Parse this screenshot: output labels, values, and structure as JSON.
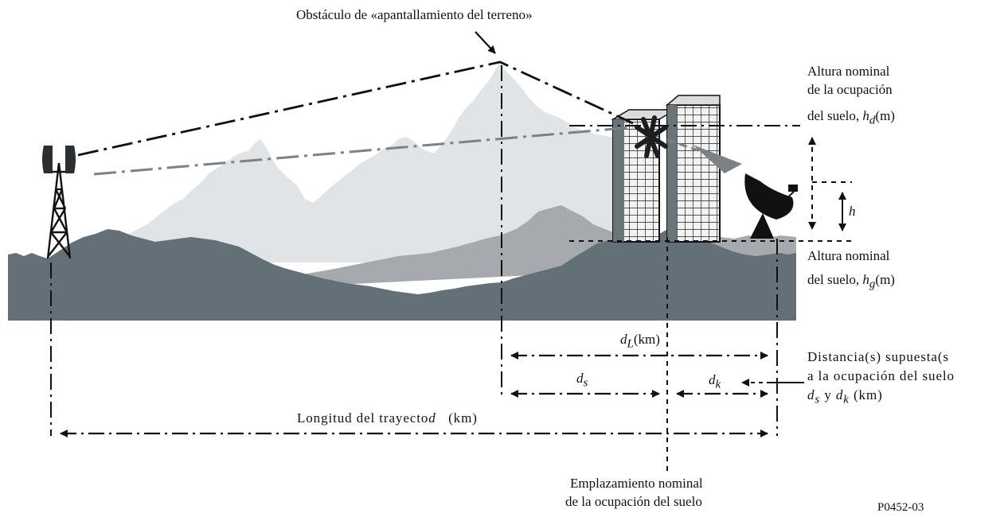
{
  "labels": {
    "obstacle": "Obstáculo de «apantallamiento del terreno»",
    "nominal_clutter_height": [
      "Altura nominal",
      "de la ocupación",
      "del suelo,"
    ],
    "hd_symbol": "h",
    "hd_sub": "d",
    "hd_unit": "(m)",
    "nominal_ground_height": [
      "Altura nominal",
      "del suelo,"
    ],
    "hg_symbol": "h",
    "hg_sub": "g",
    "hg_unit": "(m)",
    "h_symbol": "h",
    "dL_symbol": "d",
    "dL_sub": "L",
    "dL_unit": "(km)",
    "ds_symbol": "d",
    "ds_sub": "s",
    "dk_symbol": "d",
    "dk_sub": "k",
    "assumed_distance": [
      "Distancia(s) supuesta(s",
      "a la ocupación del suelo"
    ],
    "assumed_ds_symbol": "d",
    "assumed_ds_sub": "s",
    "assumed_and": "y",
    "assumed_dk_symbol": "d",
    "assumed_dk_sub": "k",
    "assumed_unit": "(km)",
    "path_length_text": "Longitud del trayecto",
    "path_length_symbol": "d",
    "path_length_unit": "(km)",
    "nominal_site": [
      "Emplazamiento nominal",
      "de la ocupación del suelo"
    ],
    "figure_id": "P0452-03"
  },
  "colors": {
    "mountain_light": "#e1e4e7",
    "terrain_mid": "#a6a9ad",
    "terrain_dark": "#637078",
    "ink": "#111111",
    "path_gray": "#7c8185",
    "building": "#6b7479"
  }
}
